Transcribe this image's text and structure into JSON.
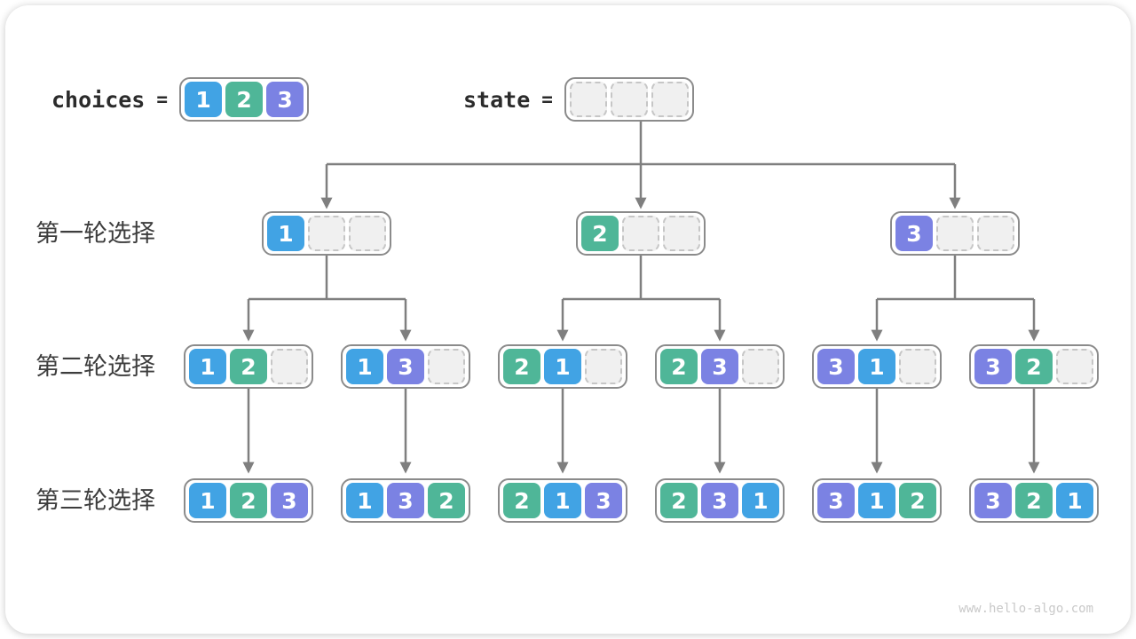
{
  "header": {
    "choices_label": "choices",
    "choices_equals": "=",
    "choices_values": [
      1,
      2,
      3
    ],
    "state_label": "state",
    "state_equals": "=",
    "state_values": [
      null,
      null,
      null
    ]
  },
  "tree": {
    "rows": [
      {
        "label": "第一轮选择",
        "nodes": [
          [
            1,
            null,
            null
          ],
          [
            2,
            null,
            null
          ],
          [
            3,
            null,
            null
          ]
        ]
      },
      {
        "label": "第二轮选择",
        "nodes": [
          [
            1,
            2,
            null
          ],
          [
            1,
            3,
            null
          ],
          [
            2,
            1,
            null
          ],
          [
            2,
            3,
            null
          ],
          [
            3,
            1,
            null
          ],
          [
            3,
            2,
            null
          ]
        ]
      },
      {
        "label": "第三轮选择",
        "nodes": [
          [
            1,
            2,
            3
          ],
          [
            1,
            3,
            2
          ],
          [
            2,
            1,
            3
          ],
          [
            2,
            3,
            1
          ],
          [
            3,
            1,
            2
          ],
          [
            3,
            2,
            1
          ]
        ]
      }
    ]
  },
  "colors": {
    "value_1": "#41a3e4",
    "value_2": "#4fb698",
    "value_3": "#7b82e3",
    "empty_cell_bg": "#f0f0f0",
    "empty_cell_border": "#c6c6c6",
    "box_border": "#8b8b8b",
    "arrow": "#7f7f7f",
    "label_text": "#3d3d3d"
  },
  "watermark": "www.hello-algo.com"
}
